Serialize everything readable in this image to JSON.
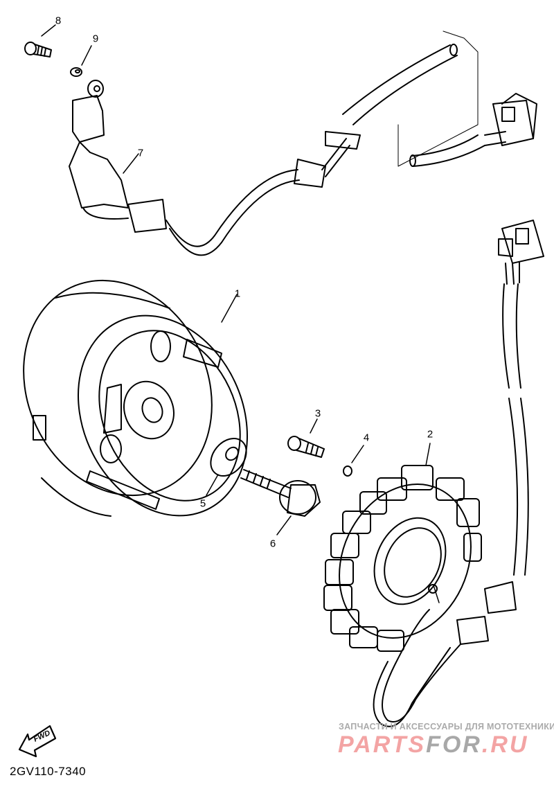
{
  "diagram_code": "2GV110-7340",
  "fwd_label": "FWD",
  "callouts": [
    "1",
    "2",
    "3",
    "4",
    "5",
    "6",
    "7",
    "8",
    "9"
  ],
  "watermark": {
    "subtitle": "ЗАПЧАСТИ И АКСЕССУАРЫ ДЛЯ МОТОТЕХНИКИ",
    "logo_part1": "PARTS",
    "logo_part2": "FOR",
    "logo_part3": ".RU",
    "colors": {
      "pink": "#f3a4a4",
      "gray": "#a8a8a8"
    }
  }
}
